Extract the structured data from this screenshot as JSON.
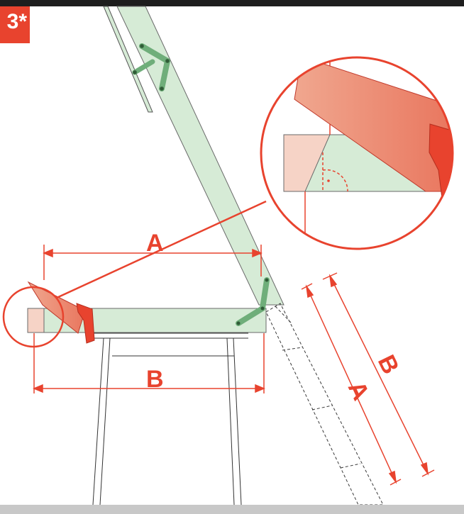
{
  "step": {
    "badge": "3*"
  },
  "dimensions": {
    "label_a": "A",
    "label_b": "B"
  },
  "colors": {
    "accent_red": "#e8432e",
    "wood_green": "#d6ebd6",
    "hinge_green": "#6fae7a",
    "stair_outline": "#3a3a3a"
  }
}
